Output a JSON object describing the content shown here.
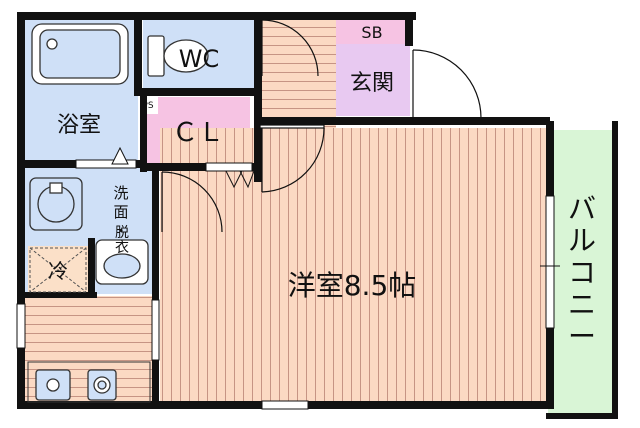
{
  "colors": {
    "bath": "#cfe0f7",
    "wc": "#cfe0f7",
    "closet": "#f6c3e3",
    "entrance": "#e8c9f1",
    "storage_sb": "#f6c3e3",
    "wood_floor": "#fbd9c3",
    "wood_lines": "#c69484",
    "balcony": "#d9f5d6",
    "wall": "#111111"
  },
  "rooms": {
    "bath": "浴室",
    "wc": "WC",
    "closet": "ＣＬ",
    "storage": "SB",
    "entrance": "玄関",
    "ps": "PS",
    "washroom_col1": [
      "洗",
      "面",
      "・"
    ],
    "washroom_col2": [
      "脱",
      "衣"
    ],
    "fridge": "冷",
    "western_room": "洋室8.5帖",
    "balcony": [
      "バ",
      "ル",
      "コ",
      "ニ",
      "ー"
    ]
  },
  "icons": {
    "bathtub": "bathtub-icon",
    "toilet": "toilet-icon",
    "washing_machine": "washing-machine-icon",
    "washbasin": "washbasin-icon",
    "fridge": "fridge-space-icon",
    "sink": "kitchen-sink-icon",
    "stove": "stove-icon"
  }
}
